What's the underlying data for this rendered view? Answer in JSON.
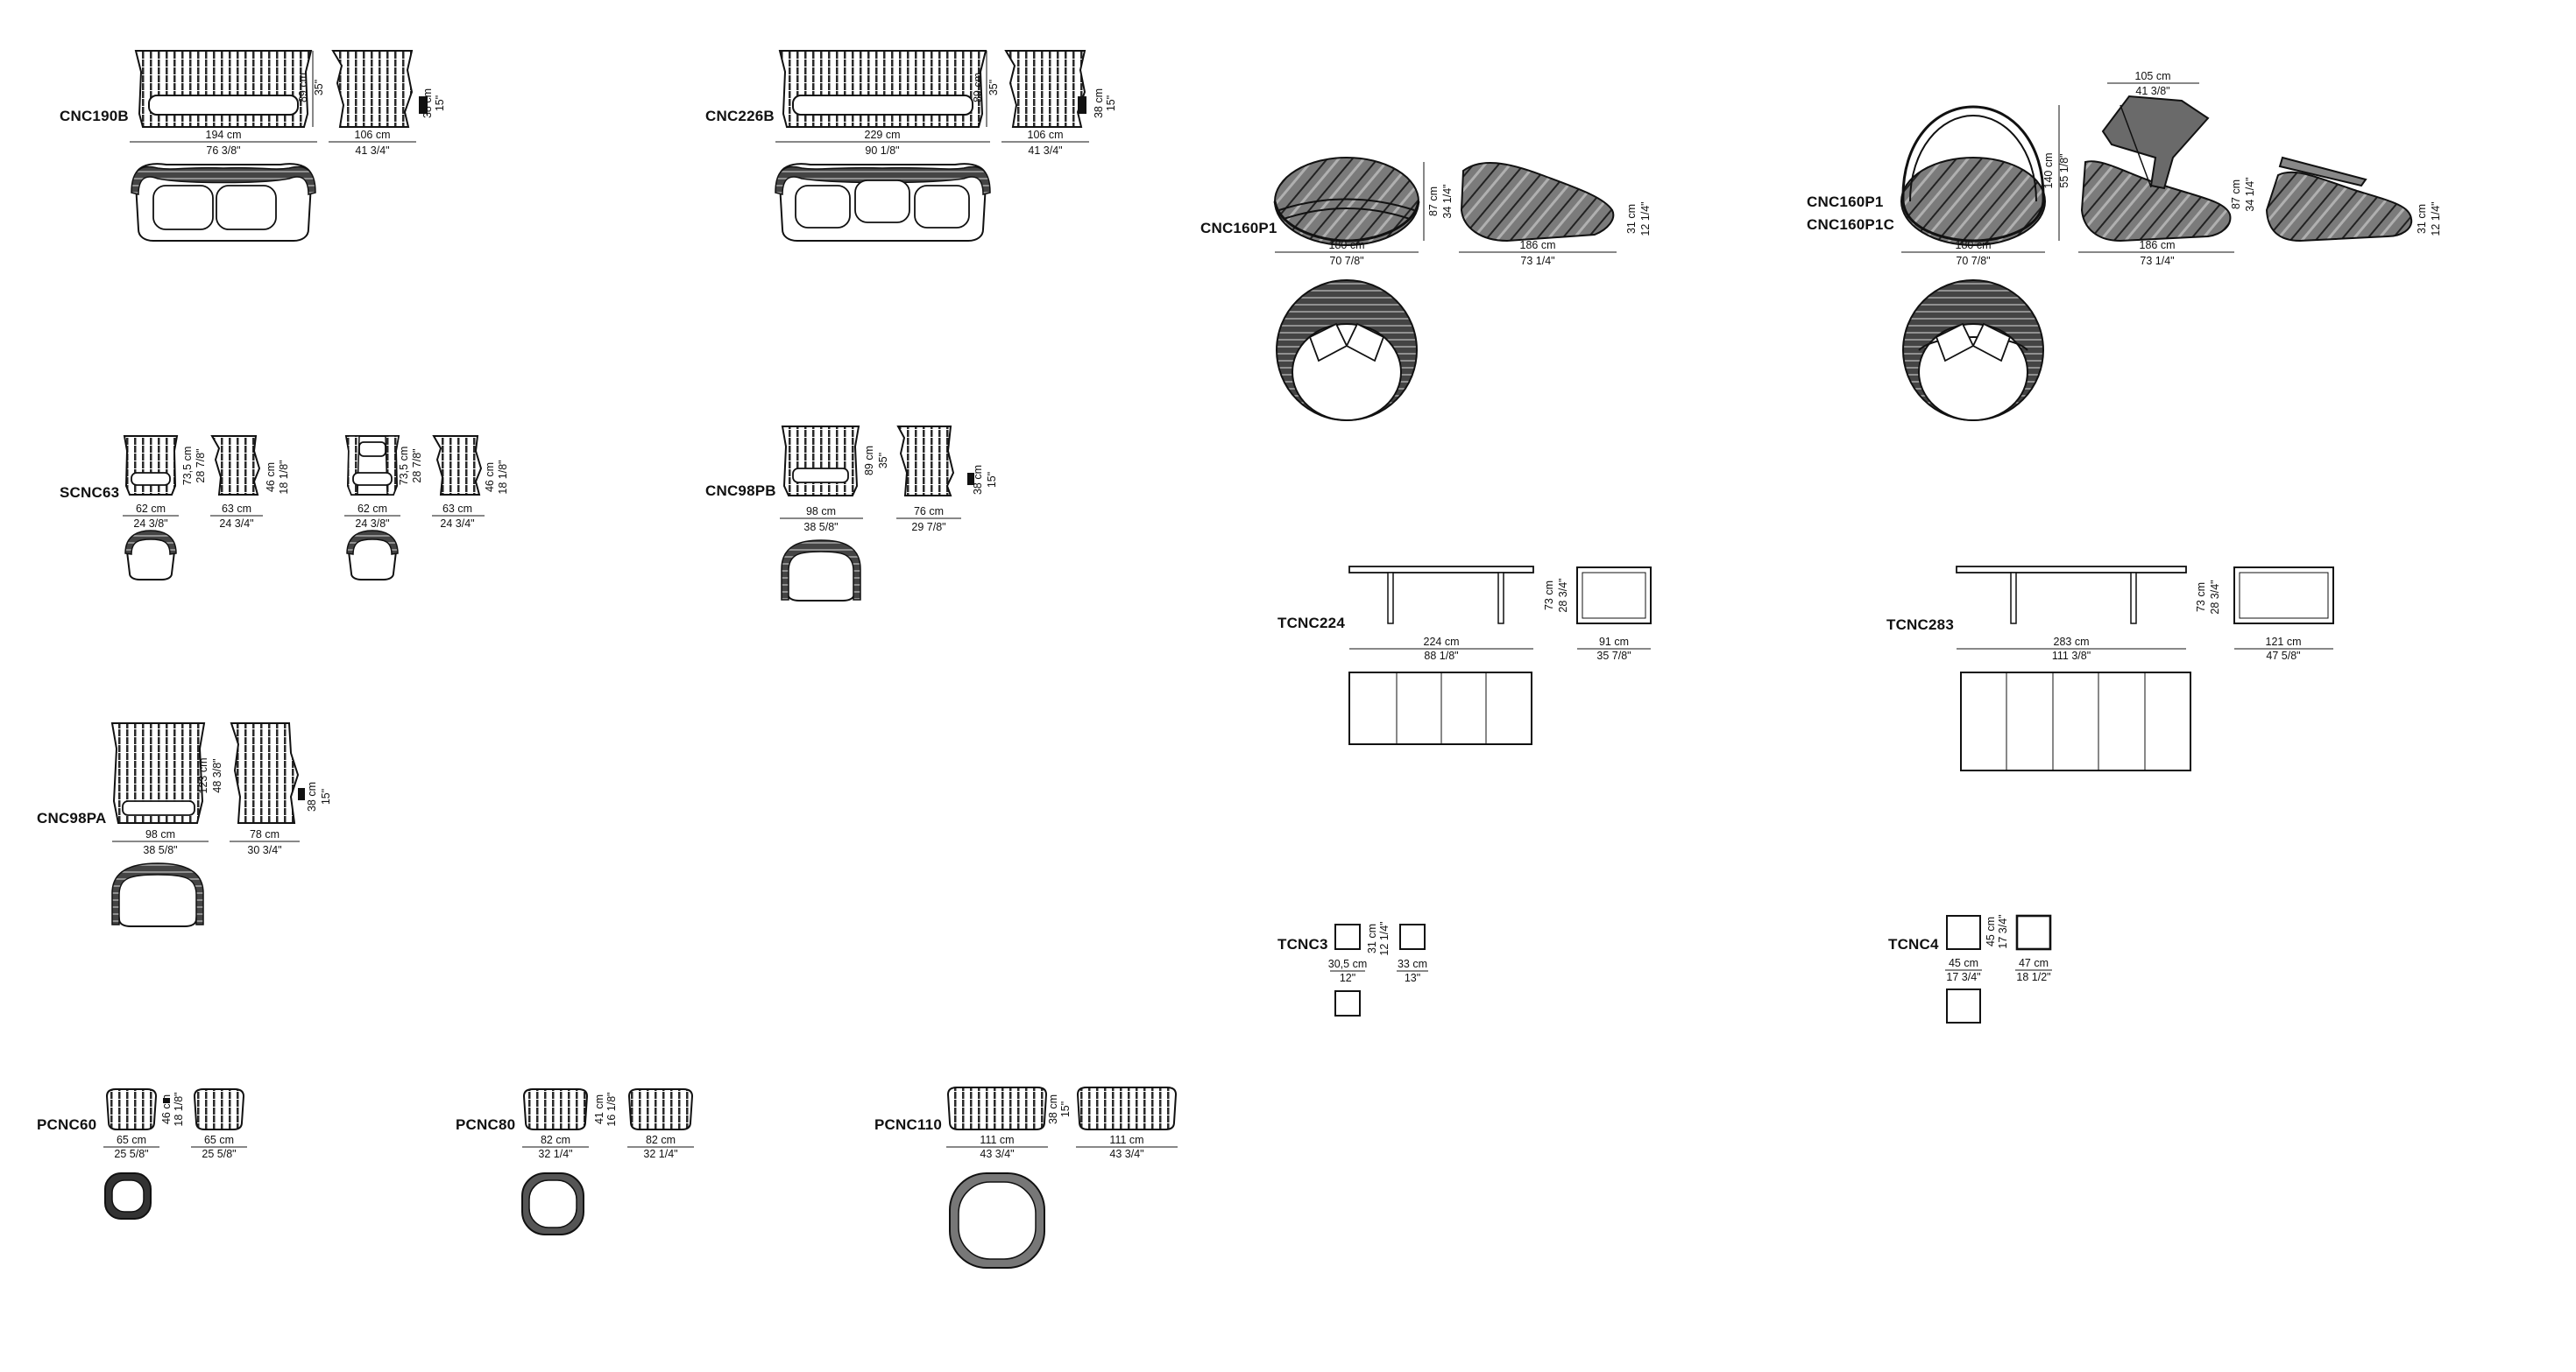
{
  "colors": {
    "ink": "#111111",
    "wicker_dark": "#2a2a2a",
    "wicker_mid": "#6e6e6e",
    "cushion": "#ffffff"
  },
  "items": [
    {
      "code": "CNC190B",
      "dims": [
        "194 cm",
        "76 3/8\"",
        "106 cm",
        "41 3/4\"",
        "89 cm",
        "35\"",
        "38 cm",
        "15\""
      ]
    },
    {
      "code": "CNC226B",
      "dims": [
        "229 cm",
        "90 1/8\"",
        "106 cm",
        "41 3/4\"",
        "89 cm",
        "35\"",
        "38 cm",
        "15\""
      ]
    },
    {
      "code": "CNC160P1",
      "dims": [
        "180 cm",
        "70 7/8\"",
        "186 cm",
        "73 1/4\"",
        "87 cm",
        "34 1/4\"",
        "31 cm",
        "12 1/4\""
      ]
    },
    {
      "code": "CNC160P1",
      "code2": "CNC160P1C",
      "dims": [
        "180 cm",
        "70 7/8\"",
        "186 cm",
        "73 1/4\"",
        "140 cm",
        "55 1/8\"",
        "87 cm",
        "34 1/4\"",
        "31 cm",
        "12 1/4\"",
        "105 cm",
        "41 3/8\""
      ]
    },
    {
      "code": "SCNC63",
      "dims": [
        "62 cm",
        "24 3/8\"",
        "63 cm",
        "24 3/4\"",
        "73,5 cm",
        "28 7/8\"",
        "46 cm",
        "18 1/8\"",
        "62 cm",
        "24 3/8\"",
        "63 cm",
        "24 3/4\"",
        "73,5 cm",
        "28 7/8\"",
        "46 cm",
        "18 1/8\""
      ]
    },
    {
      "code": "CNC98PB",
      "dims": [
        "98 cm",
        "38 5/8\"",
        "76 cm",
        "29 7/8\"",
        "89 cm",
        "35\"",
        "38 cm",
        "15\""
      ]
    },
    {
      "code": "TCNC224",
      "dims": [
        "224 cm",
        "88 1/8\"",
        "91 cm",
        "35 7/8\"",
        "73 cm",
        "28 3/4\""
      ]
    },
    {
      "code": "TCNC283",
      "dims": [
        "283 cm",
        "111 3/8\"",
        "121 cm",
        "47 5/8\"",
        "73 cm",
        "28 3/4\""
      ]
    },
    {
      "code": "CNC98PA",
      "dims": [
        "98 cm",
        "38 5/8\"",
        "78 cm",
        "30 3/4\"",
        "123 cm",
        "48 3/8\"",
        "38 cm",
        "15\""
      ]
    },
    {
      "code": "TCNC3",
      "dims": [
        "30,5 cm",
        "12\"",
        "33 cm",
        "13\"",
        "31 cm",
        "12 1/4\""
      ]
    },
    {
      "code": "TCNC4",
      "dims": [
        "45 cm",
        "17 3/4\"",
        "47 cm",
        "18 1/2\"",
        "45 cm",
        "17 3/4\""
      ]
    },
    {
      "code": "PCNC60",
      "dims": [
        "65 cm",
        "25 5/8\"",
        "65 cm",
        "25 5/8\"",
        "46 cm",
        "18 1/8\""
      ]
    },
    {
      "code": "PCNC80",
      "dims": [
        "82 cm",
        "32 1/4\"",
        "82 cm",
        "32 1/4\"",
        "41 cm",
        "16 1/8\""
      ]
    },
    {
      "code": "PCNC110",
      "dims": [
        "111 cm",
        "43 3/4\"",
        "111 cm",
        "43 3/4\"",
        "38 cm",
        "15\""
      ]
    }
  ]
}
